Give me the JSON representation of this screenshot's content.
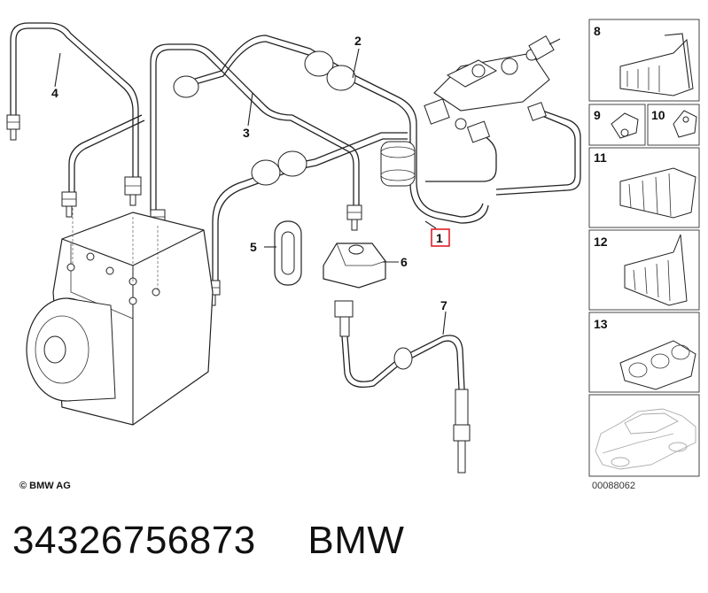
{
  "copyright": "© BMW AG",
  "image_number": "00088062",
  "highlighted_callout": "1",
  "highlight_color": "#e0202a",
  "callouts": {
    "c1": "1",
    "c2": "2",
    "c3": "3",
    "c4": "4",
    "c5": "5",
    "c6": "6",
    "c7": "7"
  },
  "side_panels": {
    "p8": "8",
    "p9": "9",
    "p10": "10",
    "p11": "11",
    "p12": "12",
    "p13": "13"
  },
  "footer": {
    "part_number": "34326756873",
    "brand": "BMW"
  }
}
